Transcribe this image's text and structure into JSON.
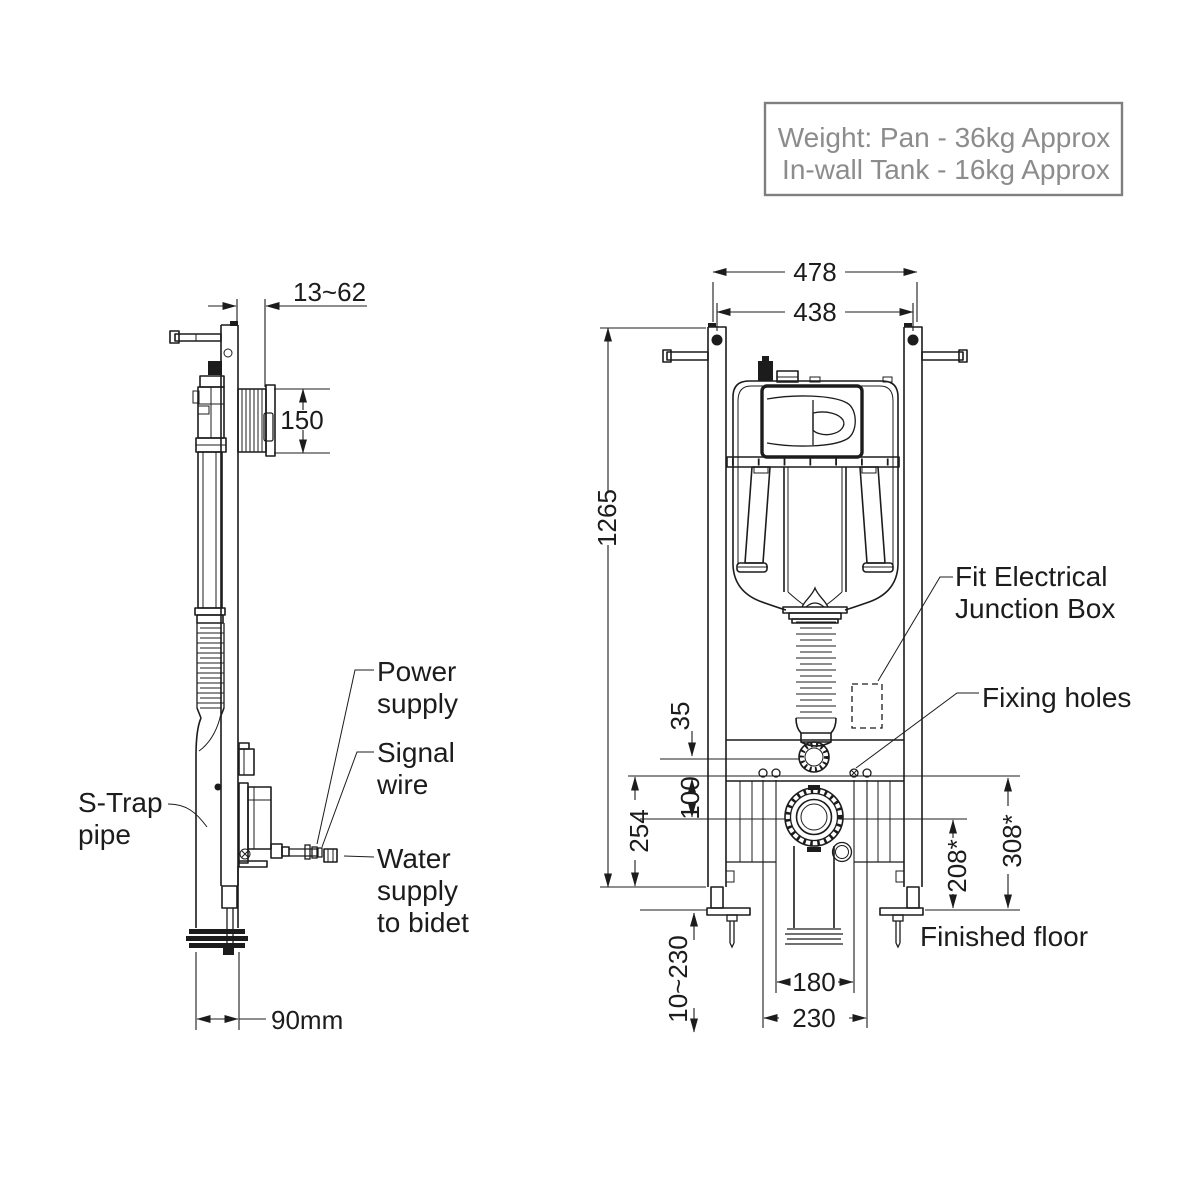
{
  "note_box": {
    "line1": "Weight: Pan - 36kg Approx",
    "line2": "In-wall Tank - 16kg  Approx"
  },
  "side_view": {
    "dims": {
      "wall_offset": "13~62",
      "button_box": "150",
      "outlet": "90mm"
    },
    "labels": {
      "power": [
        "Power",
        "supply"
      ],
      "signal": [
        "Signal",
        "wire"
      ],
      "s_trap": [
        "S-Trap",
        "pipe"
      ],
      "water": [
        "Water",
        "supply",
        "to bidet"
      ]
    }
  },
  "front_view": {
    "dims": {
      "outer_width": "478",
      "hole_width": "438",
      "frame_height": "1265",
      "inlet_gap": "35",
      "hole_to_drain": "100",
      "hole_to_base": "254",
      "floor_depth": "10~230",
      "inner_holes": "180",
      "outer_holes": "230",
      "drain_height": "208*",
      "hole_height": "308*"
    },
    "labels": {
      "junction": [
        "Fit Electrical",
        "Junction Box"
      ],
      "fixing": "Fixing holes",
      "floor": "Finished floor"
    }
  },
  "colors": {
    "line": "#1c1c1c",
    "note_text": "#8c8c8c",
    "note_border": "#7f7f7f",
    "background": "#ffffff"
  }
}
